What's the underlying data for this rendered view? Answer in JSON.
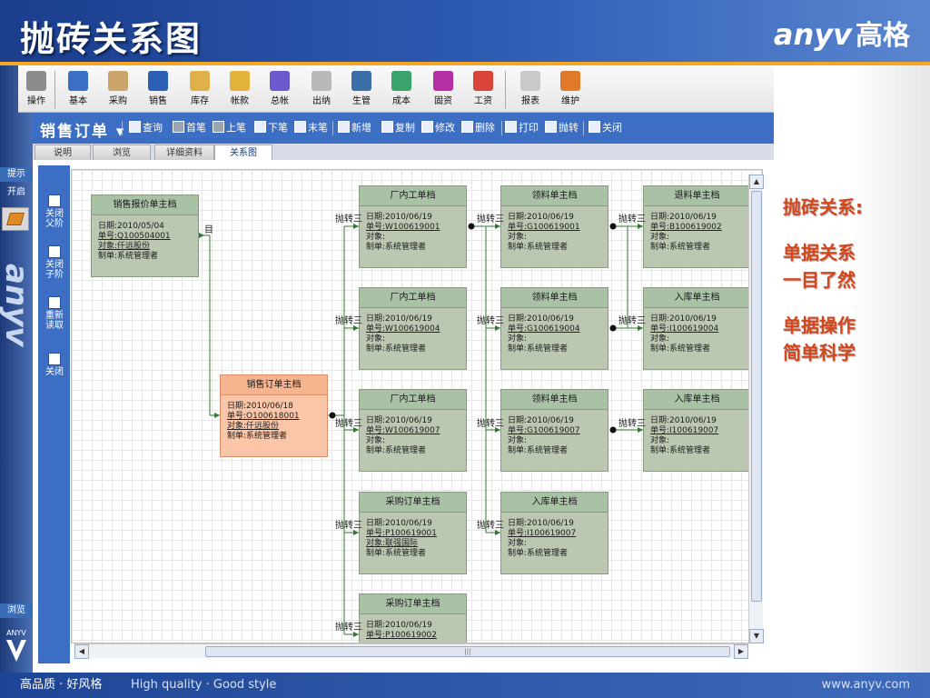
{
  "title": "抛砖关系图",
  "brand": {
    "en": "anyv",
    "zh": "高格"
  },
  "toolbar": {
    "items": [
      {
        "label": "操作",
        "icon": "wrench-icon",
        "color": "#8c8c8c"
      },
      {
        "label": "基本",
        "icon": "grid-icon",
        "color": "#3a6fc4"
      },
      {
        "label": "采购",
        "icon": "handshake-icon",
        "color": "#caa46a"
      },
      {
        "label": "销售",
        "icon": "chart-icon",
        "color": "#2b5fb3"
      },
      {
        "label": "库存",
        "icon": "clipboard-icon",
        "color": "#e0b14a"
      },
      {
        "label": "帐款",
        "icon": "coins-icon",
        "color": "#e2b23a"
      },
      {
        "label": "总帐",
        "icon": "book-icon",
        "color": "#6a5acd"
      },
      {
        "label": "出纳",
        "icon": "bell-icon",
        "color": "#b9b9b9"
      },
      {
        "label": "生管",
        "icon": "gear-icon",
        "color": "#3b6fa8"
      },
      {
        "label": "成本",
        "icon": "globe-icon",
        "color": "#3aa36b"
      },
      {
        "label": "固资",
        "icon": "prism-icon",
        "color": "#b62ea4"
      },
      {
        "label": "工资",
        "icon": "line-chart-icon",
        "color": "#d9453a"
      },
      {
        "label": "报表",
        "icon": "report-icon",
        "color": "#c9c9c9"
      },
      {
        "label": "维护",
        "icon": "maintain-icon",
        "color": "#e07a2a"
      }
    ]
  },
  "ribbon": {
    "title": "销售订单",
    "dropdown": "▾",
    "buttons": [
      "查询",
      "首笔",
      "上笔",
      "下笔",
      "末笔",
      "新增",
      "复制",
      "修改",
      "删除",
      "打印",
      "抛转",
      "关闭"
    ]
  },
  "tabs": [
    "说明",
    "浏览",
    "详细资料",
    "关系图"
  ],
  "leftbar": [
    {
      "label": "关闭\n父阶"
    },
    {
      "label": "关闭\n子阶"
    },
    {
      "label": "重新\n读取"
    },
    {
      "label": "关闭"
    }
  ],
  "sidebar": {
    "prompt": "提示",
    "open": "开启",
    "browse": "浏览",
    "logo": "ANYV",
    "watermark": "anyv"
  },
  "nodes": {
    "quote": {
      "title": "销售报价单主档",
      "date": "日期:2010/05/04",
      "no": "单号:Q100504001",
      "party": "对象:仟远股份",
      "maker": "制单:系统管理者"
    },
    "so": {
      "title": "销售订单主档",
      "date": "日期:2010/06/18",
      "no": "单号:O100618001",
      "party": "对象:仟远股份",
      "maker": "制单:系统管理者"
    },
    "w1": {
      "title": "厂内工单档",
      "date": "日期:2010/06/19",
      "no": "单号:W100619001",
      "party": "对象:",
      "maker": "制单:系统管理者"
    },
    "w2": {
      "title": "厂内工单档",
      "date": "日期:2010/06/19",
      "no": "单号:W100619004",
      "party": "对象:",
      "maker": "制单:系统管理者"
    },
    "w3": {
      "title": "厂内工单档",
      "date": "日期:2010/06/19",
      "no": "单号:W100619007",
      "party": "对象:",
      "maker": "制单:系统管理者"
    },
    "p1": {
      "title": "采购订单主档",
      "date": "日期:2010/06/19",
      "no": "单号:P100619001",
      "party": "对象:联强国际",
      "maker": "制单:系统管理者"
    },
    "p2": {
      "title": "采购订单主档",
      "date": "日期:2010/06/19",
      "no": "单号:P100619002",
      "party": "",
      "maker": ""
    },
    "g1": {
      "title": "领料单主档",
      "date": "日期:2010/06/19",
      "no": "单号:G100619001",
      "party": "对象:",
      "maker": "制单:系统管理者"
    },
    "g2": {
      "title": "领料单主档",
      "date": "日期:2010/06/19",
      "no": "单号:G100619004",
      "party": "对象:",
      "maker": "制单:系统管理者"
    },
    "g3": {
      "title": "领料单主档",
      "date": "日期:2010/06/19",
      "no": "单号:G100619007",
      "party": "对象:",
      "maker": "制单:系统管理者"
    },
    "i0": {
      "title": "入库单主档",
      "date": "日期:2010/06/19",
      "no": "单号:I100619007",
      "party": "对象:",
      "maker": "制单:系统管理者"
    },
    "b1": {
      "title": "退料单主档",
      "date": "日期:2010/06/19",
      "no": "单号:B100619002",
      "party": "对象:",
      "maker": "制单:系统管理者"
    },
    "i1": {
      "title": "入库单主档",
      "date": "日期:2010/06/19",
      "no": "单号:I100619004",
      "party": "对象:",
      "maker": "制单:系统管理者"
    },
    "i2": {
      "title": "入库单主档",
      "date": "日期:2010/06/19",
      "no": "单号:I100619007",
      "party": "对象:",
      "maker": "制单:系统管理者"
    }
  },
  "link_label": "抛转",
  "link_label_short": "抛转三",
  "quote_link_label": "目",
  "right_text": {
    "head": "抛砖关系:",
    "l1": "单据关系",
    "l2": "一目了然",
    "l3": "单据操作",
    "l4": "简单科学"
  },
  "footer": {
    "left": "高品质 · 好风格",
    "center": "High quality · Good style",
    "right": "www.anyv.com"
  }
}
